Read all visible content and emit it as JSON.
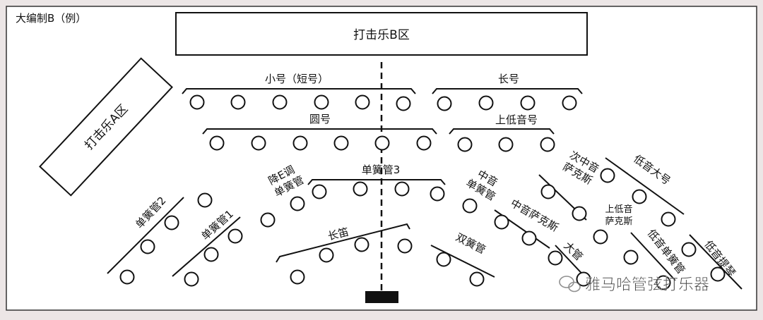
{
  "title": "大编制B（例）",
  "zones": {
    "percussion_b": "打击乐B区",
    "percussion_a": "打击乐A区"
  },
  "sections": {
    "trumpet": "小号（短号）",
    "trombone": "长号",
    "horn": "圆号",
    "euphonium": "上低音号",
    "clarinet3": "单簧管3",
    "eb_clarinet_1": "降E调",
    "eb_clarinet_2": "单簧管",
    "alto_clarinet_1": "中音",
    "alto_clarinet_2": "单簧管",
    "tenor_sax_1": "次中音",
    "tenor_sax_2": "萨克斯",
    "tuba": "低音大号",
    "baritone_sax_1": "上低音",
    "baritone_sax_2": "萨克斯",
    "clarinet2": "单簧管2",
    "clarinet1": "单簧管1",
    "flute": "长笛",
    "oboe": "双簧管",
    "alto_sax": "中音萨克斯",
    "bassoon": "大管",
    "bass_clarinet": "低音单簧管",
    "contrabass_clarinet": "低音提琴"
  },
  "watermark": "雅马哈管弦打乐器",
  "colors": {
    "background": "#ece6e6",
    "panel": "#ffffff",
    "stroke": "#111111",
    "conductor": "#111111"
  }
}
